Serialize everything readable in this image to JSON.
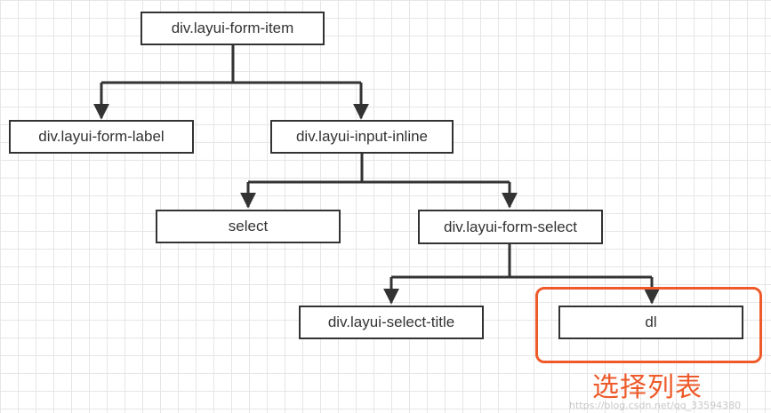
{
  "nodes": {
    "form_item": "div.layui-form-item",
    "form_label": "div.layui-form-label",
    "input_inline": "div.layui-input-inline",
    "select": "select",
    "form_select": "div.layui-form-select",
    "select_title": "div.layui-select-title",
    "dl": "dl"
  },
  "annotation": {
    "caption": "选择列表",
    "color": "#ee5a2a"
  },
  "watermark": "https://blog.csdn.net/qq_33594380",
  "colors": {
    "stroke": "#333333",
    "grid": "#e6e6e6"
  }
}
